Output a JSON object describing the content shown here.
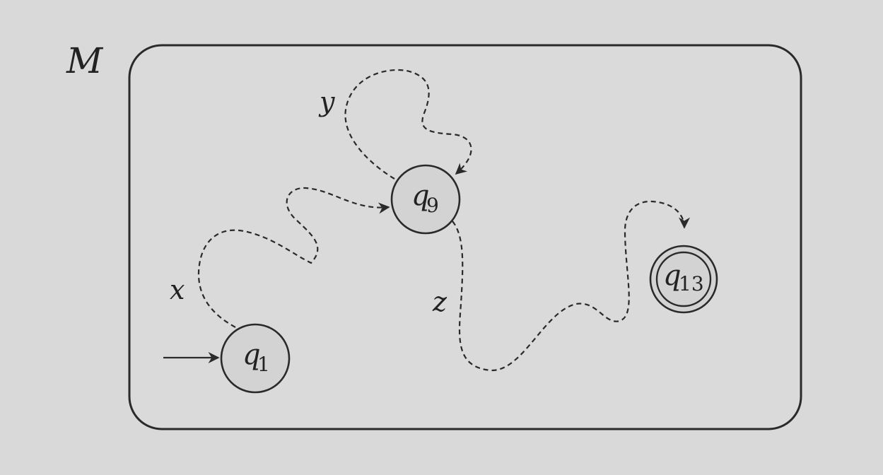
{
  "machine": {
    "label": "M"
  },
  "states": {
    "q1": {
      "base": "q",
      "sub": "1",
      "start": true,
      "accepting": false
    },
    "q9": {
      "base": "q",
      "sub": "9",
      "start": false,
      "accepting": false
    },
    "q13": {
      "base": "q",
      "sub": "13",
      "start": false,
      "accepting": true
    }
  },
  "paths": {
    "x": {
      "label": "x",
      "from": "q1",
      "to": "q9"
    },
    "y": {
      "label": "y",
      "from": "q9",
      "to": "q9"
    },
    "z": {
      "label": "z",
      "from": "q9",
      "to": "q13"
    }
  },
  "colors": {
    "background": "#d9d9d9",
    "state_fill": "#d3d3d3",
    "stroke": "#2a2a2a"
  }
}
